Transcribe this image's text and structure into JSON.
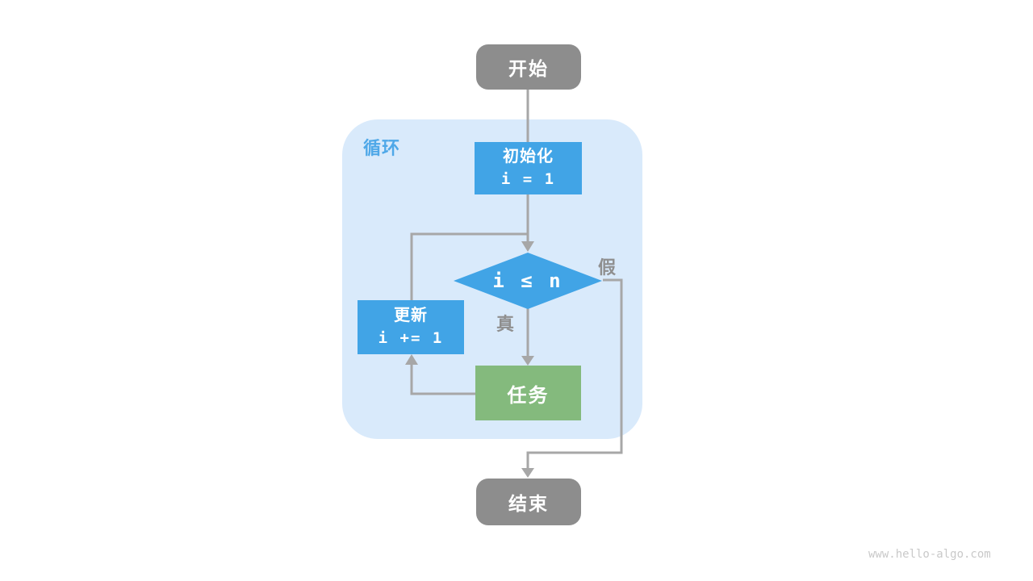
{
  "flowchart": {
    "start": {
      "label": "开始"
    },
    "loop_region": {
      "label": "循环"
    },
    "init": {
      "label": "初始化",
      "code": "i = 1"
    },
    "condition": {
      "expression": "i ≤ n"
    },
    "branches": {
      "true_label": "真",
      "false_label": "假"
    },
    "task": {
      "label": "任务"
    },
    "update": {
      "label": "更新",
      "code": "i += 1"
    },
    "end": {
      "label": "结束"
    }
  },
  "watermark": {
    "text": "www.hello-algo.com"
  },
  "colors": {
    "terminal_gray": "#8d8d8d",
    "process_blue": "#41a4e6",
    "task_green": "#84ba7d",
    "loop_background": "#d9eafb",
    "loop_label_blue": "#4fa8e8",
    "connector_gray": "#a7a7a7",
    "branch_label_gray": "#8f8f8f",
    "watermark_gray": "#c9c9c9"
  }
}
